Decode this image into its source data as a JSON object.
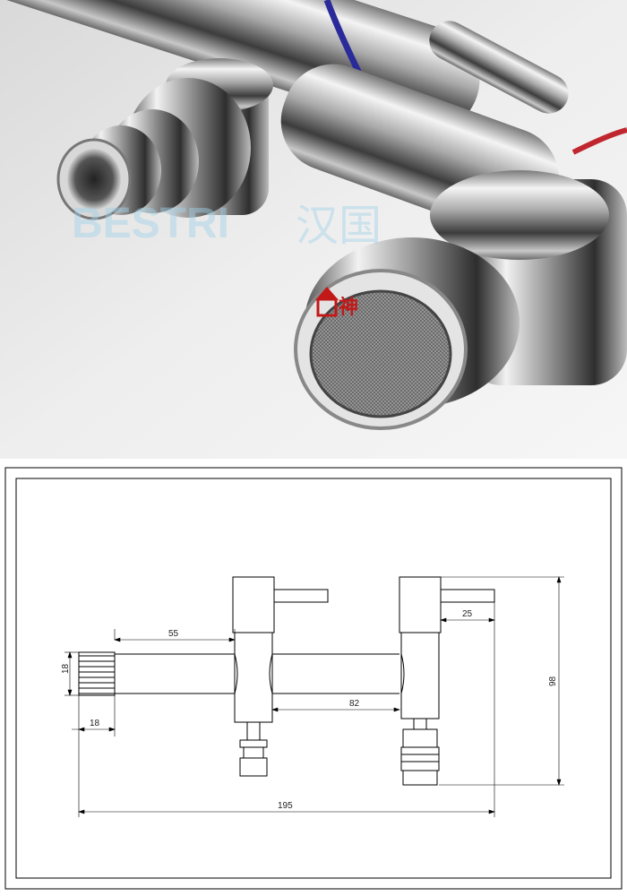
{
  "watermark": {
    "brand_text": "BESTRI",
    "cjk_text": "汉国",
    "logo_text": "神"
  },
  "dimensions": {
    "d55": "55",
    "d25": "25",
    "d18_height": "18",
    "d82": "82",
    "d98": "98",
    "d18_width": "18",
    "d195": "195"
  }
}
